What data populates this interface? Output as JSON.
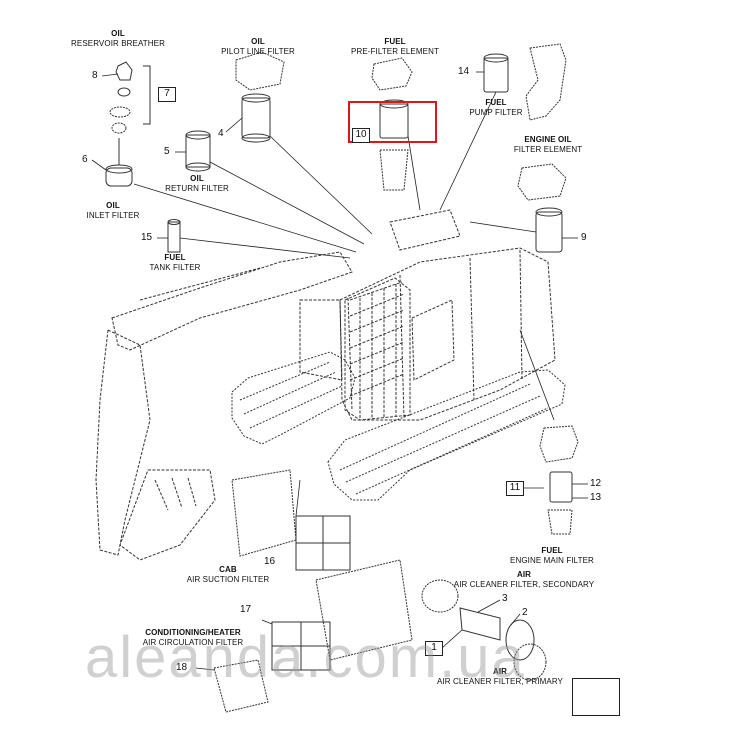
{
  "labels": {
    "oil_reservoir_breather": {
      "head": "OIL",
      "sub": "RESERVOIR BREATHER"
    },
    "oil_pilot_line_filter": {
      "head": "OIL",
      "sub": "PILOT LINE FILTER"
    },
    "fuel_pre_filter_element": {
      "head": "FUEL",
      "sub": "PRE-FILTER ELEMENT"
    },
    "fuel_pump_filter": {
      "head": "FUEL",
      "sub": "PUMP FILTER"
    },
    "engine_oil_filter_element": {
      "head": "ENGINE OIL",
      "sub": "FILTER ELEMENT"
    },
    "oil_return_filter": {
      "head": "OIL",
      "sub": "RETURN FILTER"
    },
    "oil_inlet_filter": {
      "head": "OIL",
      "sub": "INLET FILTER"
    },
    "fuel_tank_filter": {
      "head": "FUEL",
      "sub": "TANK FILTER"
    },
    "fuel_engine_main_filter": {
      "head": "FUEL",
      "sub": "ENGINE MAIN FILTER"
    },
    "air_cleaner_secondary": {
      "head": "AIR",
      "sub": "AIR CLEANER FILTER, SECONDARY"
    },
    "cab_air_suction_filter": {
      "head": "CAB",
      "sub": "AIR SUCTION FILTER"
    },
    "conditioning_heater_air_circulation": {
      "head": "CONDITIONING/HEATER",
      "sub": "AIR CIRCULATION FILTER"
    },
    "air_cleaner_primary": {
      "head": "AIR",
      "sub": "AIR CLEANER FILTER, PRIMARY"
    }
  },
  "callouts": {
    "n1": "1",
    "n2": "2",
    "n3": "3",
    "n4": "4",
    "n5": "5",
    "n6": "6",
    "n7": "7",
    "n8": "8",
    "n9": "9",
    "n10": "10",
    "n11": "11",
    "n12": "12",
    "n13": "13",
    "n14": "14",
    "n15": "15",
    "n16": "16",
    "n17": "17",
    "n18": "18"
  },
  "watermark": "aleanda.com.ua",
  "colors": {
    "highlight": "#e0141a",
    "line": "#222222",
    "watermark": "#969696"
  }
}
